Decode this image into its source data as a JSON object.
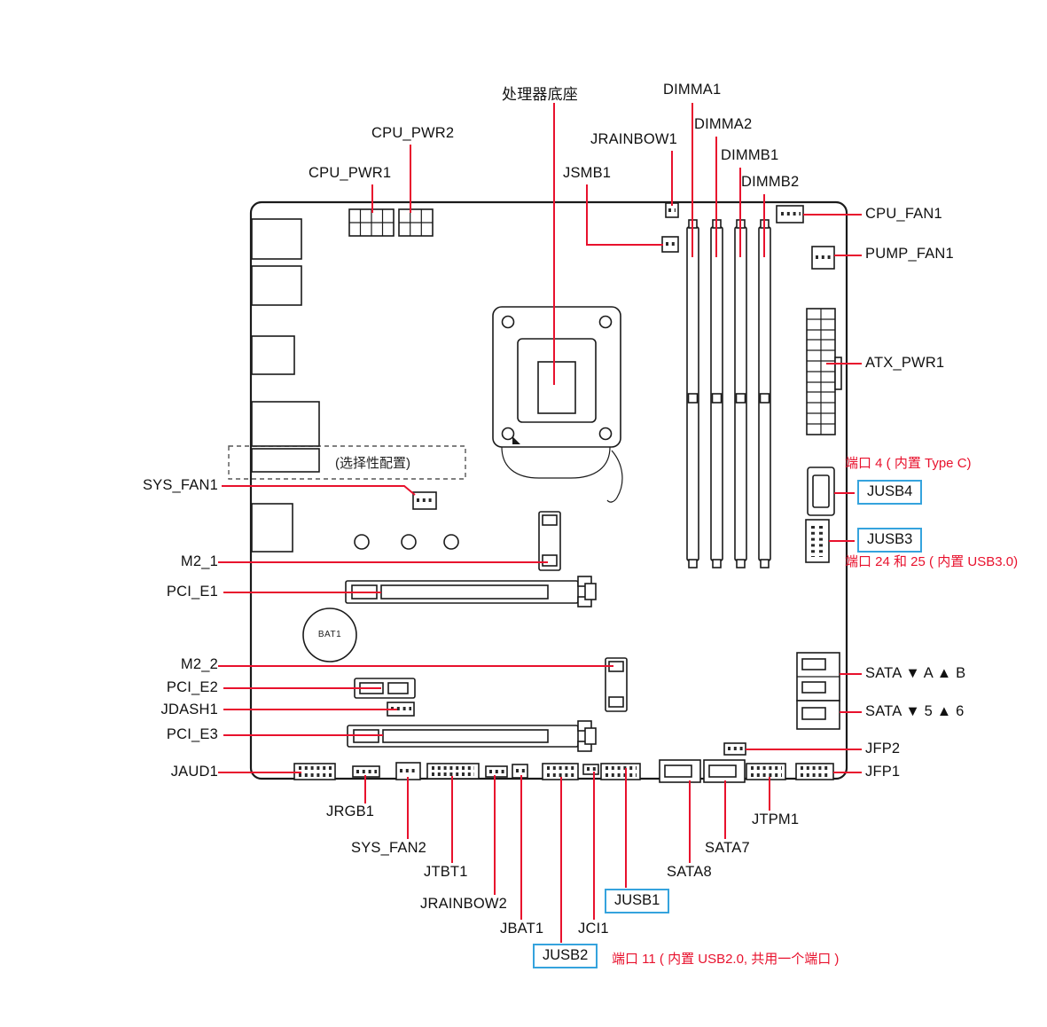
{
  "colors": {
    "leader_line": "#e8112d",
    "annotation_text": "#e8112d",
    "highlight_border": "#35a3dd",
    "outline": "#1a1a1a"
  },
  "board": {
    "optional_region_label": "(选择性配置)",
    "battery_label": "BAT1"
  },
  "labels": {
    "cpu_socket": "处理器底座",
    "cpu_pwr2": "CPU_PWR2",
    "cpu_pwr1": "CPU_PWR1",
    "jrainbow1": "JRAINBOW1",
    "jsmb1": "JSMB1",
    "dimma1": "DIMMA1",
    "dimma2": "DIMMA2",
    "dimmb1": "DIMMB1",
    "dimmb2": "DIMMB2",
    "cpu_fan1": "CPU_FAN1",
    "pump_fan1": "PUMP_FAN1",
    "atx_pwr1": "ATX_PWR1",
    "jusb4": "JUSB4",
    "jusb3": "JUSB3",
    "sata_ab": "SATA ▼ A ▲ B",
    "sata_56": "SATA ▼ 5 ▲ 6",
    "jfp2": "JFP2",
    "jfp1": "JFP1",
    "sys_fan1": "SYS_FAN1",
    "m2_1": "M2_1",
    "pci_e1": "PCI_E1",
    "m2_2": "M2_2",
    "pci_e2": "PCI_E2",
    "jdash1": "JDASH1",
    "pci_e3": "PCI_E3",
    "jaud1": "JAUD1",
    "jrgb1": "JRGB1",
    "sys_fan2": "SYS_FAN2",
    "jtbt1": "JTBT1",
    "jrainbow2": "JRAINBOW2",
    "jbat1": "JBAT1",
    "jci1": "JCI1",
    "jusb2": "JUSB2",
    "jusb1": "JUSB1",
    "sata8": "SATA8",
    "sata7": "SATA7",
    "jtpm1": "JTPM1"
  },
  "annotations": {
    "jusb4_note": "端口 4 ( 内置 Type C)",
    "jusb3_note": "端口 24 和 25 ( 内置 USB3.0)",
    "jusb2_note": "端口 11 ( 内置 USB2.0, 共用一个端口 )"
  }
}
